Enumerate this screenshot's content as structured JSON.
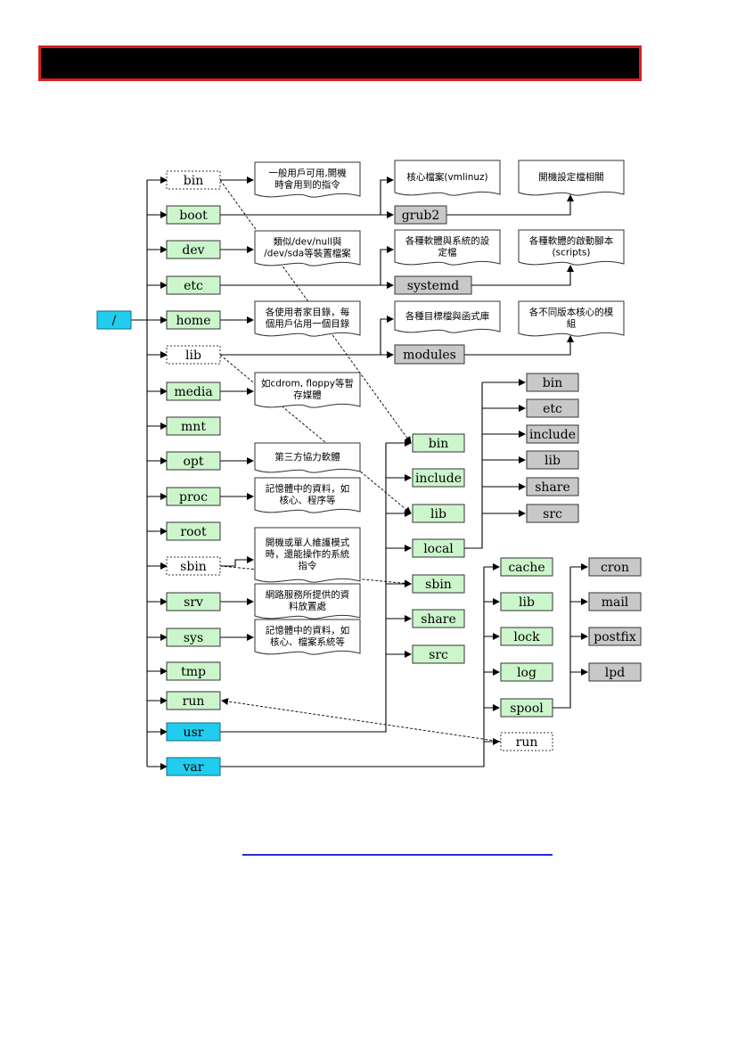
{
  "root": "/",
  "top_dirs": [
    {
      "id": "bin",
      "label": "bin",
      "style": "dashed"
    },
    {
      "id": "boot",
      "label": "boot",
      "style": "green"
    },
    {
      "id": "dev",
      "label": "dev",
      "style": "green"
    },
    {
      "id": "etc",
      "label": "etc",
      "style": "green"
    },
    {
      "id": "home",
      "label": "home",
      "style": "green"
    },
    {
      "id": "lib",
      "label": "lib",
      "style": "dashed"
    },
    {
      "id": "media",
      "label": "media",
      "style": "green"
    },
    {
      "id": "mnt",
      "label": "mnt",
      "style": "green"
    },
    {
      "id": "opt",
      "label": "opt",
      "style": "green"
    },
    {
      "id": "proc",
      "label": "proc",
      "style": "green"
    },
    {
      "id": "root",
      "label": "root",
      "style": "green"
    },
    {
      "id": "sbin",
      "label": "sbin",
      "style": "dashed"
    },
    {
      "id": "srv",
      "label": "srv",
      "style": "green"
    },
    {
      "id": "sys",
      "label": "sys",
      "style": "green"
    },
    {
      "id": "tmp",
      "label": "tmp",
      "style": "green"
    },
    {
      "id": "run",
      "label": "run",
      "style": "green"
    },
    {
      "id": "usr",
      "label": "usr",
      "style": "cyan"
    },
    {
      "id": "var",
      "label": "var",
      "style": "cyan"
    }
  ],
  "descriptions": [
    {
      "id": "bin",
      "lines": [
        "一般用戶可用,開機",
        "時會用到的指令"
      ]
    },
    {
      "id": "dev",
      "lines": [
        "類似/dev/null與",
        "/dev/sda等裝置檔案"
      ]
    },
    {
      "id": "home",
      "lines": [
        "各使用者家目錄，每",
        "個用戶佔用一個目錄"
      ]
    },
    {
      "id": "media",
      "lines": [
        "如cdrom, floppy等暫",
        "存媒體"
      ]
    },
    {
      "id": "opt",
      "lines": [
        "第三方協力軟體"
      ]
    },
    {
      "id": "proc",
      "lines": [
        "記憶體中的資料，如",
        "核心、程序等"
      ]
    },
    {
      "id": "sbin",
      "lines": [
        "開機或單人維護模式",
        "時，還能操作的系統",
        "指令"
      ]
    },
    {
      "id": "srv",
      "lines": [
        "網路服務所提供的資",
        "料放置處"
      ]
    },
    {
      "id": "sys",
      "lines": [
        "記憶體中的資料，如",
        "核心、檔案系統等"
      ]
    }
  ],
  "boot": {
    "kernel_note": [
      "核心檔案(vmlinuz)"
    ],
    "grub": "grub2",
    "grub_note": [
      "開機設定檔相關"
    ]
  },
  "etc": {
    "note": [
      "各種軟體與系統的設",
      "定檔"
    ],
    "systemd": "systemd",
    "systemd_note": [
      "各種軟體的啟動腳本",
      "(scripts)"
    ]
  },
  "lib": {
    "note": [
      "各種目標檔與函式庫"
    ],
    "modules": "modules",
    "modules_note": [
      "各不同版本核心的模",
      "組"
    ]
  },
  "usr_children": [
    "bin",
    "include",
    "lib",
    "local",
    "sbin",
    "share",
    "src"
  ],
  "local_children": [
    "bin",
    "etc",
    "include",
    "lib",
    "share",
    "src"
  ],
  "var_children": [
    "cache",
    "lib",
    "lock",
    "log",
    "spool",
    "run"
  ],
  "spool_children": [
    "cron",
    "mail",
    "postfix",
    "lpd"
  ]
}
